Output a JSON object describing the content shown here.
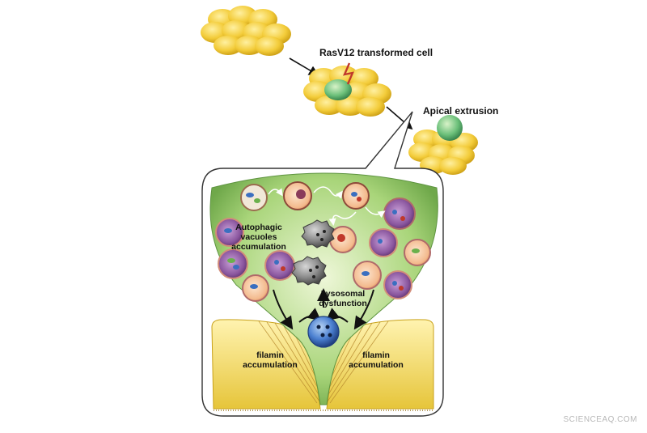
{
  "labels": {
    "transformed_cell": "RasV12 transformed cell",
    "apical_extrusion": "Apical extrusion",
    "autophagic": "Autophagic vacuoles accumulation",
    "lysosomal": "Lysosomal dysfunction",
    "filamin_left": "filamin accumulation",
    "filamin_right": "filamin accumulation"
  },
  "watermark": "SCIENCEAQ.COM",
  "colors": {
    "epithelial_cell": "#f0c832",
    "transformed_cell": "#5fae6a",
    "cytoplasm_green": "#a8d47a",
    "vacuole_purple": "#7b4a8e",
    "lysosome_blue": "#3b6fc0",
    "lysosome_gray": "#7a7a7a"
  }
}
